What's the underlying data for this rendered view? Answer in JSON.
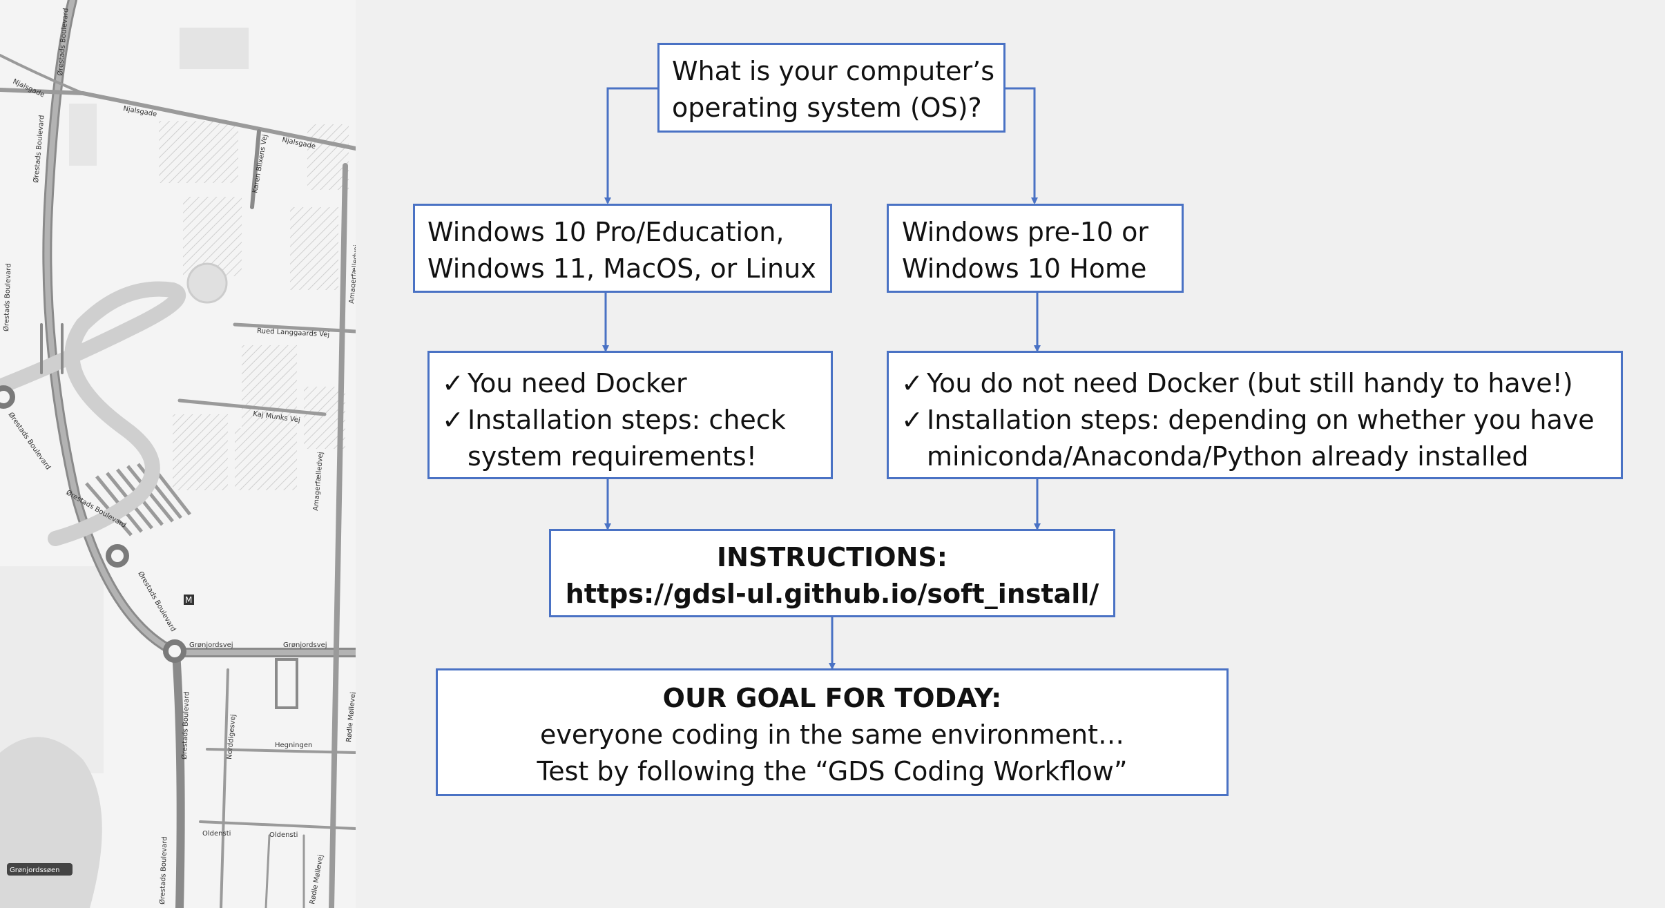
{
  "map": {
    "streets": [
      "Ørestads Boulevard",
      "Njalsgade",
      "Karen Blixens Vej",
      "Rued Langgaards Vej",
      "Kaj Munks Vej",
      "Amagerfælledvej",
      "Grønjordsvej",
      "Hegningen",
      "Oldensti",
      "Norddigesvej",
      "Rødle Møllevej"
    ],
    "lake": "Grønjordssøen",
    "metro_badge": "M",
    "colors": {
      "background": "#f4f4f4",
      "roads": "#a8a8a8",
      "road_outline": "#8a8a8a",
      "blocks": "#e2e2e2"
    }
  },
  "flowchart": {
    "colors": {
      "border": "#4a72c4",
      "arrow": "#4a72c4",
      "box_fill": "#ffffff",
      "text": "#111111",
      "page": "#f0f0f0"
    },
    "question": {
      "lines": [
        "What is your computer’s",
        "operating system (OS)?"
      ]
    },
    "left_os": {
      "lines": [
        "Windows 10 Pro/Education,",
        "Windows 11, MacOS, or Linux"
      ]
    },
    "right_os": {
      "lines": [
        "Windows pre-10 or",
        "Windows 10 Home"
      ]
    },
    "check_icon": "check-mark",
    "check_mark": "✓",
    "left_steps": [
      {
        "lines": [
          "You need Docker"
        ]
      },
      {
        "lines": [
          "Installation steps: check",
          "system requirements!"
        ]
      }
    ],
    "right_steps": [
      {
        "lines": [
          "You do not need Docker (but still handy to have!)"
        ]
      },
      {
        "lines": [
          "Installation steps: depending on whether you have",
          "miniconda/Anaconda/Python already installed"
        ]
      }
    ],
    "instructions": {
      "title": "INSTRUCTIONS:",
      "url": "https://gdsl-ul.github.io/soft_install/"
    },
    "goal": {
      "title": "OUR GOAL FOR TODAY:",
      "lines": [
        "everyone coding in the same environment…",
        "Test by following the “GDS Coding Workflow”"
      ]
    }
  }
}
